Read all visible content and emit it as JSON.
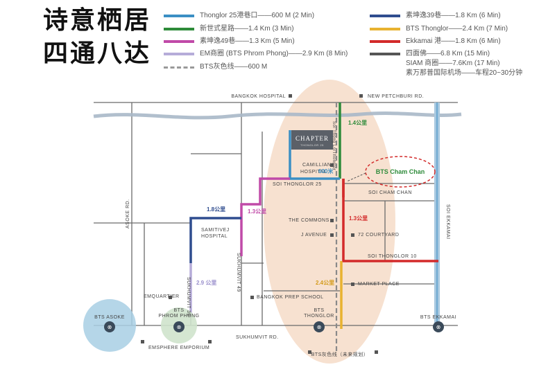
{
  "title": {
    "line1": "诗意栖居",
    "line2": "四通八达"
  },
  "legend": {
    "left": [
      {
        "label": "Thonglor 25港巷口",
        "distance": "——600 M (2 Min)",
        "color": "#3b8fc4",
        "style": "solid"
      },
      {
        "label": "新世式星路",
        "distance": "——1.4 Km (3 Min)",
        "color": "#2e8b3a",
        "style": "solid"
      },
      {
        "label": "素坤逸49巷——1.3 Km (5 Min)",
        "distance": "",
        "color": "#c04aa8",
        "style": "solid"
      },
      {
        "label": "EM商圈 (BTS Phrom Phong)",
        "distance": "——2.9 Km (8 Min)",
        "color": "#b6acd9",
        "style": "solid"
      },
      {
        "label": "BTS灰色线——600 M",
        "distance": "",
        "color": "#999999",
        "style": "dashed"
      }
    ],
    "right": [
      {
        "label": "素坤逸39巷——1.8 Km (6 Min)",
        "color": "#2f4d8f"
      },
      {
        "label": "BTS Thonglor——2.4 Km (7 Min)",
        "color": "#e8b230"
      },
      {
        "label": "Ekkamai 港——1.8 Km (6 Min)",
        "color": "#d32a2a"
      },
      {
        "label": "四面佛——6.8 Km (15 Min)",
        "color": "#555555"
      }
    ],
    "notes": [
      "SIAM 商圈——7.6Km (17 Min)",
      "素万那普国际机场——车程20~30分钟"
    ]
  },
  "map": {
    "roads": {
      "bangkok_hospital": "BANGKOK HOSPITAL",
      "new_petchburi": "NEW PETCHBURI RD.",
      "sukhumvit": "SUKHUMVIT RD.",
      "asoke": "ASOKE RD.",
      "sukhumvit39": "SUKHUMVIT 39",
      "sukhumvit49": "SUKHUMVIT 49",
      "soi_thonglor_25": "SOI THONGLOR 25",
      "soi_cham_chan": "SOI CHAM CHAN",
      "soi_thonglor_10": "SOI THONGLOR 10",
      "soi_ekkamai": "SOI EKKAMAI",
      "thonglor_road": "Soi Thong Lo/Thonglor"
    },
    "project": {
      "name": "CHAPTER",
      "sub": "THONGLOR 25"
    },
    "places": {
      "camillian": "CAMILLIAN",
      "hospital": "HOSPITAL",
      "samitivej1": "SAMITIVEJ",
      "samitivej2": "HOSPITAL",
      "commons": "THE COMMONS",
      "javenue": "J AVENUE",
      "courtyard": "72 COURTYARD",
      "marketplace": "MARKET PLACE",
      "emquartier": "EMQUARTIER",
      "prep_school": "BANGKOK PREP SCHOOL",
      "emsphere": "EMSPHERE EMPORIUM"
    },
    "stations": {
      "asoke": "BTS ASOKE",
      "phrom1": "BTS",
      "phrom2": "PHROM PHONG",
      "thonglor1": "BTS",
      "thonglor2": "THONGLOR",
      "ekkamai": "BTS EKKAMAI",
      "cham_chan": "BTS Cham Chan"
    },
    "distances": {
      "d14": "1.4公里",
      "d600": "600米",
      "d13": "1.3公里",
      "d18": "1.8公里",
      "d13r": "1.3公里",
      "d29": "2.9 公里",
      "d24": "2.4公里"
    },
    "bts_grey_line": "BTS灰色线（未来规划）",
    "colors": {
      "blue": "#3b8fc4",
      "green": "#2e8b3a",
      "magenta": "#c04aa8",
      "lavender": "#b6acd9",
      "navy": "#2f4d8f",
      "yellow": "#e8b230",
      "red": "#d32a2a",
      "canal": "#a8b8c8"
    }
  }
}
